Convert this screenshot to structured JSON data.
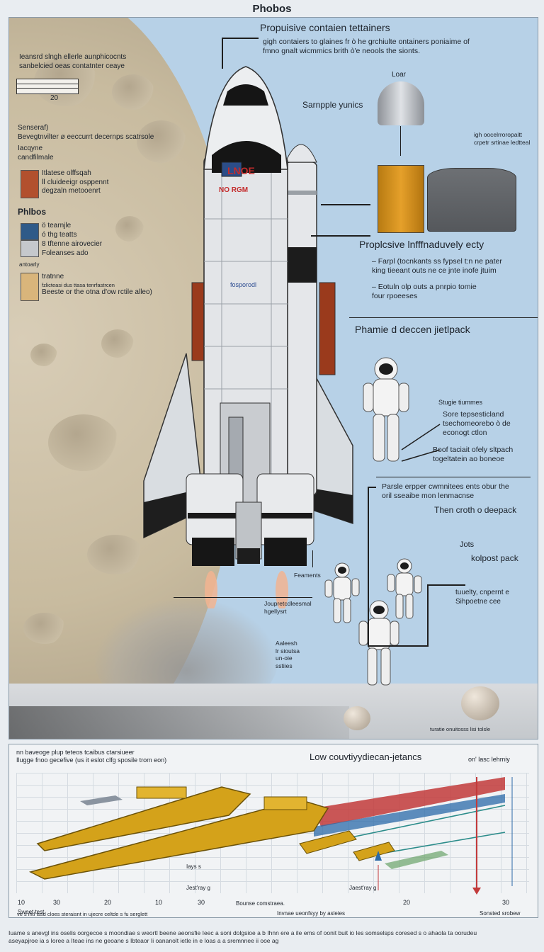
{
  "header": {
    "title": "Phobos"
  },
  "top_callout": {
    "title": "Propuisive contaien tettainers",
    "body_line1": "gigh contaiers to glaines fr ò he grchiulte ontainers  poniaime of",
    "body_line2": "fmno gnalt wicmmics brith ò'e neools the sionts."
  },
  "left_legend": {
    "intro_line1": "Ieansrd slngh ellerle aunphicocnts",
    "intro_line2": "sanbelcied oeas  contatnter ceaye",
    "scale_label": "20",
    "section_line1": "Senseraf)",
    "section_line2": "Bevegtnvilter  ø eeccurrt  decernps scatrsole",
    "section_line3": "Iacqyne",
    "section_line4": "candfilmale",
    "swatch1_lines": [
      "Itlatese olffsqah",
      "Ⅱ cluideeigr osppennt",
      "degzaln metooenrt"
    ],
    "phobos_heading": "Phlbos",
    "swatch2_label": "ö tearnjle",
    "swatch2_sub": "ó thg teatts",
    "swatch3_label": "8  tftenne airovecier",
    "swatch3_sub": "Foleanses ado",
    "note_small": "antoarly",
    "swatch4_label": "tratnne",
    "swatch4_sub": "fzlicteasi dus ttasa tenrfastrcen",
    "swatch4_line": "Beeste or the otna d'ow rctile alleo)",
    "colors": {
      "swatch1": "#b2502e",
      "swatch2": "#2f5a88",
      "swatch3": "#c5c8cc",
      "swatch4": "#d9b57b"
    }
  },
  "right_info": {
    "tank_label": "Loar",
    "sample_label": "Sarnpple yunics",
    "high_label_line1": "igh oocelrroropaitt",
    "high_label_line2": "crpetr srtinae ledtteal",
    "propulsive_heading": "Proplcsive lnfffnaduvely ecty",
    "bullet1_line1": "– Farpl (tocnkants  ss fypsel t:n  ne pater",
    "bullet1_line2": "king tieeant outs ne ce jnte inofe jtuim",
    "bullet2_line1": "– Eotuln olp outs  a pnrpio tomie",
    "bullet2_line2": "four rpoeeses",
    "jetpack_heading": "Phamie d deccen jietlpack",
    "single_label": "Stugie tiummes",
    "single_line1": "Sore tepsesticland",
    "single_line2": "tsechomeorebo ò de",
    "single_line3": "econogt ctlon",
    "boof_line1": "Boof taciait  ofely sltpach",
    "boof_line2": "togeltatein ao boneoe",
    "panel_line1": "Parsle erpper cwmnitees ents obur the",
    "panel_line2": "oril sseaibe mon lenmacnse",
    "then_label": "Then croth o deepack",
    "jots_label": "Jots",
    "kolpost_label": "kolpost pack",
    "cure_line1": "tuuelty, cnpernt e",
    "cure_line2": "Sihpoetne cee"
  },
  "scene_labels": {
    "flag_text": "LNOE",
    "hull_text": "NO RGM",
    "side_text": "fosporodl",
    "feaments": "Feaments",
    "thrust_line1": "Joupretcdleesmal",
    "thrust_line2": "hgellysrt",
    "gear_line1": "Aaleesh",
    "gear_line2": "lr sioutsa",
    "gear_line3": "un-oie",
    "gear_line4": "sstiies",
    "credit": "turatie onuitosss lisi  tolsle"
  },
  "bottom_chart": {
    "top_left_line1": "nn baveoge plup teteos tcaibus ctarsiueer",
    "top_left_line2": "Ilugge fnoo gecefive (us it  eslot  clfg sposile trom eon)",
    "title": "Low couvtiyydiecan-jetancs",
    "top_right": "on' lasc lehmiy",
    "mid_label_1": "Iays s",
    "mid_label_2": "Jest'ray g",
    "mid_label_3": "Jaest'ray g",
    "x_ticks": [
      "10",
      "30",
      "20",
      "10",
      "30",
      "20",
      "30"
    ],
    "x_left_label": "Sweet test",
    "x_left_sub": "ve s ihtl  lssd cloes steraisnt in ujecre  celtde s  fu serglett",
    "x_mid_label": "Bounse comstraea.",
    "x_center_label": "Invnae ueonfsyy by asleies",
    "x_right_label": "Sonsted srobew",
    "colors": {
      "gold": "#d4a21a",
      "red": "#c23a3a",
      "blue": "#2a6aa8",
      "teal": "#2b8c8a"
    }
  },
  "footer": {
    "line1": "Iuame s anevgl ins oselis oorgecoe s  moondiae s  weortl beene  aeonsfie Ieec a  soni dolgsioe a b  Ihnn ere a ile ems of oonit  buit io les somselsps  coresed  s o ahaola ta  oorudeu",
    "line2": "aseyapjroe ia s  Ioree a  Iteae ins  ne  geoane s Ibteaor  Ii  oananolt  ietle in e Ioas  a a  sremnnee  ii ooe ag"
  }
}
